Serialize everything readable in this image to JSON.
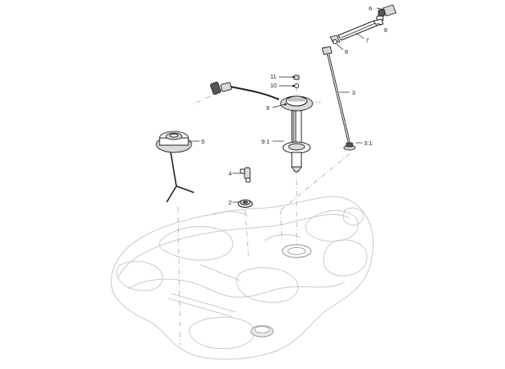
{
  "callouts": {
    "c6": "6",
    "c8a": "8",
    "c7": "7",
    "c8b": "8",
    "c3": "3",
    "c11": "11",
    "c10": "10",
    "c9": "9",
    "c5": "5",
    "c9_1": "9:1",
    "c3_1": "3:1",
    "c4": "4",
    "c2": "2"
  }
}
